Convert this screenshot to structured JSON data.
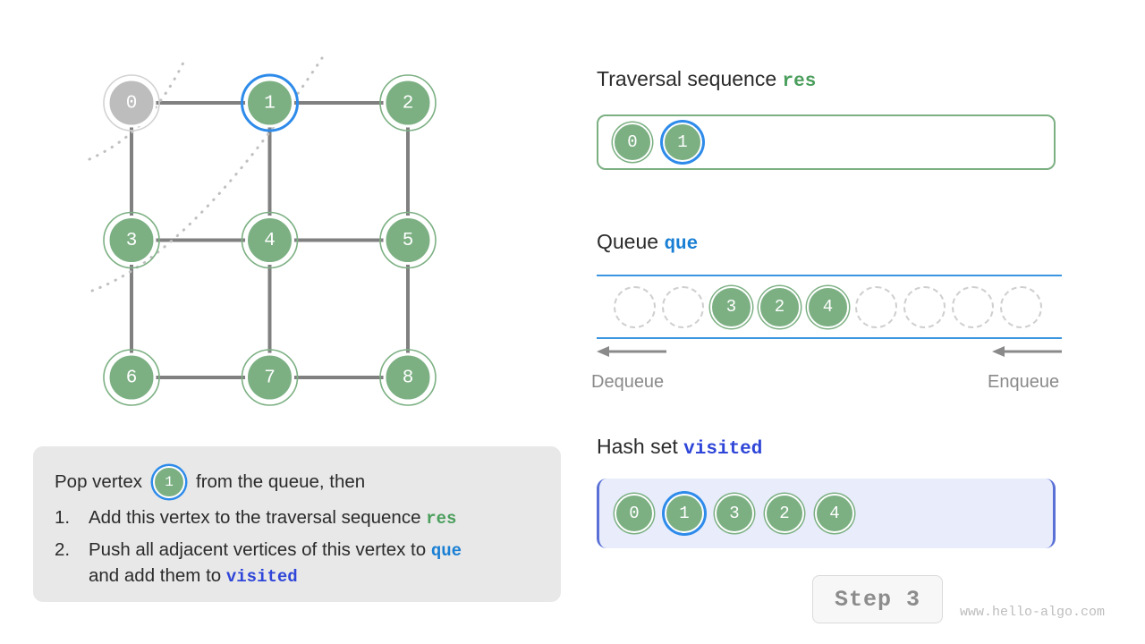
{
  "graph": {
    "nodes": [
      {
        "id": "0",
        "label": "0",
        "col": 0,
        "row": 0,
        "state": "gray",
        "highlight": false
      },
      {
        "id": "1",
        "label": "1",
        "col": 1,
        "row": 0,
        "state": "green",
        "highlight": true
      },
      {
        "id": "2",
        "label": "2",
        "col": 2,
        "row": 0,
        "state": "green",
        "highlight": false
      },
      {
        "id": "3",
        "label": "3",
        "col": 0,
        "row": 1,
        "state": "green",
        "highlight": false
      },
      {
        "id": "4",
        "label": "4",
        "col": 1,
        "row": 1,
        "state": "green",
        "highlight": false
      },
      {
        "id": "5",
        "label": "5",
        "col": 2,
        "row": 1,
        "state": "green",
        "highlight": false
      },
      {
        "id": "6",
        "label": "6",
        "col": 0,
        "row": 2,
        "state": "green",
        "highlight": false
      },
      {
        "id": "7",
        "label": "7",
        "col": 1,
        "row": 2,
        "state": "green",
        "highlight": false
      },
      {
        "id": "8",
        "label": "8",
        "col": 2,
        "row": 2,
        "state": "green",
        "highlight": false
      }
    ],
    "edges": [
      [
        "0",
        "1"
      ],
      [
        "1",
        "2"
      ],
      [
        "3",
        "4"
      ],
      [
        "4",
        "5"
      ],
      [
        "6",
        "7"
      ],
      [
        "7",
        "8"
      ],
      [
        "0",
        "3"
      ],
      [
        "3",
        "6"
      ],
      [
        "1",
        "4"
      ],
      [
        "4",
        "7"
      ],
      [
        "2",
        "5"
      ],
      [
        "5",
        "8"
      ]
    ],
    "wavefronts": [
      "M 100,178 C 140,160 175,130 205,70",
      "M 103,325 C 170,300 250,230 360,65"
    ]
  },
  "description": {
    "lead_prefix": "Pop vertex",
    "lead_vertex": "1",
    "lead_suffix": "from the queue, then",
    "items": [
      {
        "num": "1.",
        "before": "Add this vertex to the traversal sequence ",
        "kw": "res",
        "kw_kind": "res",
        "after": ""
      },
      {
        "num": "2.",
        "before": "Push all adjacent vertices of this vertex to ",
        "kw": "que",
        "kw_kind": "que",
        "after": "",
        "line2_before": "and add them to ",
        "line2_kw": "visited",
        "line2_kw_kind": "visited"
      }
    ]
  },
  "res_section": {
    "title_text": "Traversal sequence ",
    "title_kw": "res",
    "items": [
      {
        "label": "0",
        "highlight": false
      },
      {
        "label": "1",
        "highlight": true
      }
    ]
  },
  "queue_section": {
    "title_text": "Queue ",
    "title_kw": "que",
    "slots": [
      {
        "label": "",
        "filled": false
      },
      {
        "label": "",
        "filled": false
      },
      {
        "label": "3",
        "filled": true
      },
      {
        "label": "2",
        "filled": true
      },
      {
        "label": "4",
        "filled": true
      },
      {
        "label": "",
        "filled": false
      },
      {
        "label": "",
        "filled": false
      },
      {
        "label": "",
        "filled": false
      },
      {
        "label": "",
        "filled": false
      }
    ],
    "left_label": "Dequeue",
    "right_label": "Enqueue"
  },
  "hash_section": {
    "title_text": "Hash set ",
    "title_kw": "visited",
    "items": [
      {
        "label": "0",
        "highlight": false
      },
      {
        "label": "1",
        "highlight": true
      },
      {
        "label": "3",
        "highlight": false
      },
      {
        "label": "2",
        "highlight": false
      },
      {
        "label": "4",
        "highlight": false
      }
    ]
  },
  "footer": {
    "step_label": "Step 3",
    "watermark": "www.hello-algo.com"
  },
  "colors": {
    "node_green": "#7cb083",
    "node_gray": "#bdbdbd",
    "highlight_blue": "#2e8bea",
    "edge_gray": "#808080",
    "rail_blue": "#3c95e0",
    "hash_border": "#5a70d6",
    "hash_fill": "#e9edfb",
    "kw_res": "#4a9e5c",
    "kw_que": "#1a7fd4",
    "kw_visited": "#2f46d8",
    "desc_bg": "#e8e8e8"
  }
}
